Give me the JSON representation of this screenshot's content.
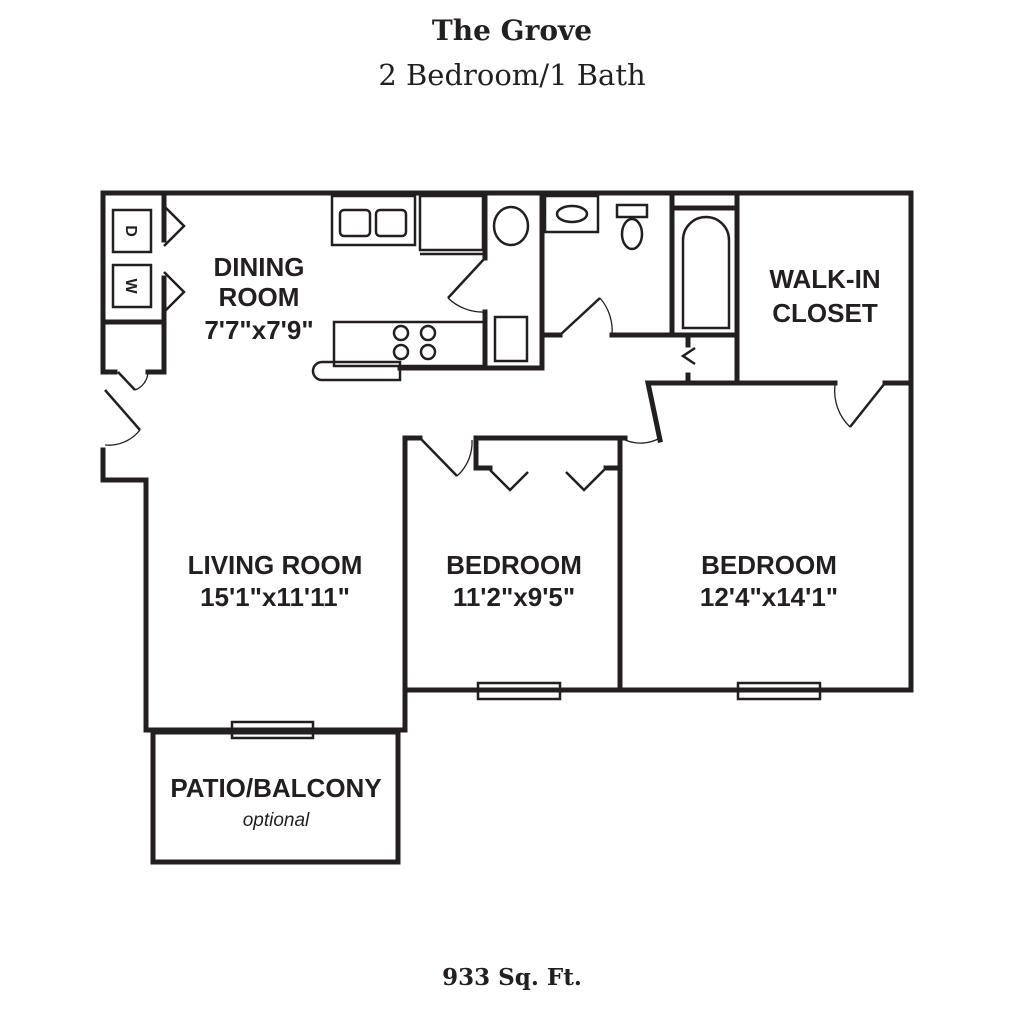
{
  "header": {
    "name": "The Grove",
    "layout": "2 Bedroom/1 Bath"
  },
  "footer": {
    "area": "933 Sq. Ft."
  },
  "rooms": {
    "dining": {
      "line1": "DINING",
      "line2": "ROOM",
      "size": "7'7\"x7'9\""
    },
    "closet": {
      "line1": "WALK-IN",
      "line2": "CLOSET"
    },
    "living": {
      "name": "LIVING ROOM",
      "size": "15'1\"x11'11\""
    },
    "bedroom1": {
      "name": "BEDROOM",
      "size": "11'2\"x9'5\""
    },
    "bedroom2": {
      "name": "BEDROOM",
      "size": "12'4\"x14'1\""
    },
    "patio": {
      "name": "PATIO/BALCONY",
      "note": "optional"
    }
  },
  "appliances": {
    "dryer": "D",
    "washer": "W"
  }
}
